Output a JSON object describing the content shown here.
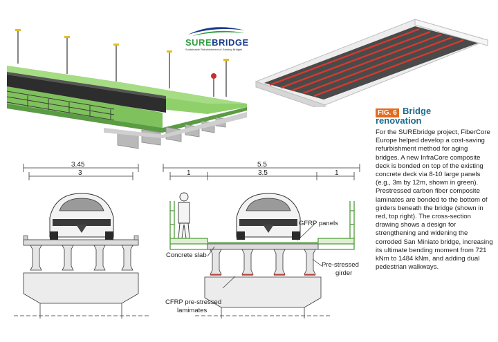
{
  "logo": {
    "brand_prefix": "SURE",
    "brand_suffix": "BRIDGE",
    "tagline": "Sustainable Refurbishment of Existing Bridges"
  },
  "figure": {
    "tag": "FIG. 6",
    "title_line1": "Bridge",
    "title_line2": "renovation",
    "caption": "For the SUREbridge project, FiberCore Europe helped develop a cost-saving refurbishment method for aging bridges. A new InfraCore composite deck is bonded on top of the existing concrete deck via 8-10 large panels (e.g., 3m by 12m, shown in green). Prestressed carbon fiber composite laminates are bonded to the bottom of girders beneath the bridge (shown in red, top right). The cross-section drawing shows a design for strengthening and widening the corroded San Miniato bridge, increasing its ultimate bending moment from 721 kNm to 1484 kNm, and adding dual pedestrian walkways."
  },
  "dimensions": {
    "left_outer": "3.45",
    "left_inner": "3",
    "right_outer": "5.5",
    "right_left": "1",
    "right_mid": "3.5",
    "right_right": "1"
  },
  "labels": {
    "gfrp_panels": "GFRP panels",
    "concrete_slab": "Concrete slab",
    "prestressed_girder_1": "Pre-stressed",
    "prestressed_girder_2": "girder",
    "cfrp_1": "CFRP pre-stressed",
    "cfrp_2": "lamimates"
  },
  "colors": {
    "deck_green": "#7cc35a",
    "laminate_red": "#d63a2f",
    "accent_orange": "#e36b1e",
    "title_blue": "#1c6a8c"
  }
}
